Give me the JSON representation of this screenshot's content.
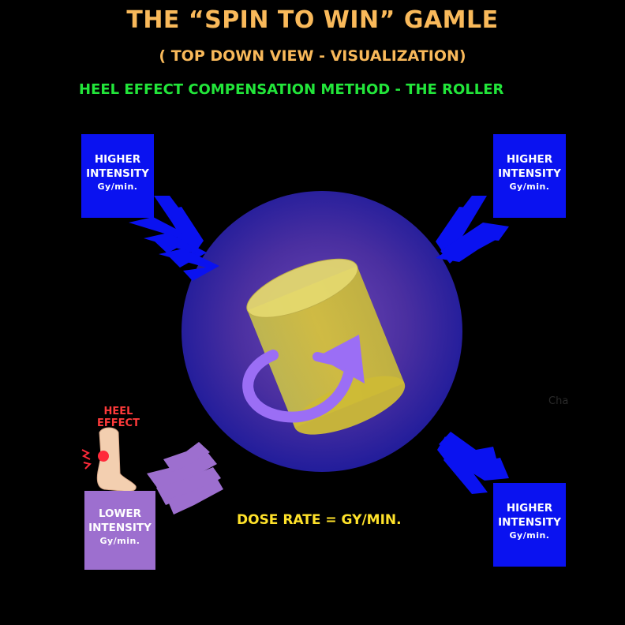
{
  "title": "THE “SPIN TO WIN” GAMLE",
  "subtitle": "( TOP DOWN VIEW - VISUALIZATION)",
  "method": "HEEL EFFECT COMPENSATION METHOD - THE ROLLER",
  "boxes": {
    "top_left": {
      "line1": "HIGHER",
      "line2": "INTENSITY",
      "line3": "Gy/min."
    },
    "top_right": {
      "line1": "HIGHER",
      "line2": "INTENSITY",
      "line3": "Gy/min."
    },
    "bottom_right": {
      "line1": "HIGHER",
      "line2": "INTENSITY",
      "line3": "Gy/min."
    },
    "bottom_left": {
      "line1": "LOWER",
      "line2": "INTENSITY",
      "line3": "Gy/min."
    }
  },
  "heel": {
    "line1": "HEEL",
    "line2": "EFFECT"
  },
  "dose_rate": "DOSE RATE = GY/MIN.",
  "ghost_text": "Cha",
  "colors": {
    "background": "#000000",
    "title": "#f9b95a",
    "method": "#22e63a",
    "high_intensity": "#0a12f0",
    "low_intensity": "#9d6fcf",
    "circle_center": "#6a45b8",
    "circle_edge": "#1a1aa0",
    "cylinder": "#e8d23c",
    "rotation_arrow": "#9d6fff",
    "dose_text": "#ffe22a",
    "heel_text": "#ff3a3a"
  },
  "icons": [
    "chevron-arrow-icon",
    "rotation-arrow-icon",
    "foot-icon",
    "pain-spark-icon"
  ]
}
